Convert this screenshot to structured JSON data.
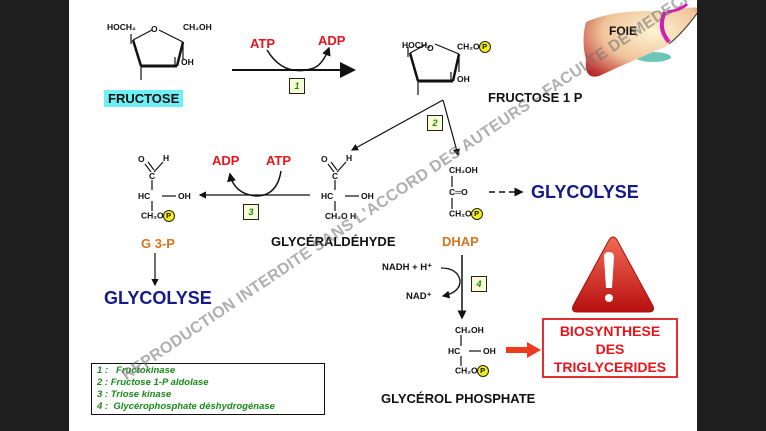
{
  "colors": {
    "background_outer": "#1e1e1e",
    "slide": "#ffffff",
    "cofactor_red": "#e8141b",
    "pathway_blue": "#141a8a",
    "metabolite_orange": "#d4761e",
    "step_green": "#1a8a1a",
    "fructose_highlight": "#6ff0f5",
    "phosphate_yellow": "#f2ee1e"
  },
  "liver": {
    "label": "FOIE"
  },
  "fructose": {
    "name": "FRUCTOSE",
    "groups": {
      "left": "HOCH₂",
      "ring_o": "O",
      "right": "CH₂OH",
      "oh": "OH"
    }
  },
  "fructose_1p": {
    "name": "FRUCTOSE 1 P",
    "groups": {
      "left": "HOCH₂",
      "ring_o": "O",
      "right": "CH₂O",
      "oh": "OH",
      "phosphate": "P"
    }
  },
  "reaction1": {
    "in": "ATP",
    "out": "ADP",
    "step": "1"
  },
  "reaction2": {
    "step": "2"
  },
  "reaction3": {
    "in": "ATP",
    "out": "ADP",
    "step": "3"
  },
  "reaction4": {
    "in": "NADH + H⁺",
    "out": "NAD⁺",
    "step": "4"
  },
  "glyceraldehyde": {
    "name": "GLYCÉRALDÉHYDE",
    "lines": {
      "o": "O",
      "h": "H",
      "c": "C",
      "hc": "HC",
      "oh": "OH",
      "ch2": "CH₂O H"
    }
  },
  "g3p": {
    "name": "G 3-P",
    "lines": {
      "o": "O",
      "h": "H",
      "c": "C",
      "hc": "HC",
      "oh": "OH",
      "ch2": "CH₂O",
      "phosphate": "P"
    }
  },
  "dhap": {
    "name": "DHAP",
    "lines": {
      "top": "CH₂OH",
      "mid": "C═O",
      "bot": "CH₂O",
      "phosphate": "P"
    }
  },
  "glycerol_phosphate": {
    "name": "GLYCÉROL PHOSPHATE",
    "lines": {
      "top": "CH₂OH",
      "hc": "HC",
      "oh": "OH",
      "bot": "CH₂O",
      "phosphate": "P"
    }
  },
  "glycolyse_right": "GLYCOLYSE",
  "glycolyse_left": "GLYCOLYSE",
  "biosynthese": {
    "line1": "BIOSYNTHESE",
    "line2": "DES",
    "line3": "TRIGLYCERIDES"
  },
  "legend": [
    {
      "num": "1 :",
      "enzyme": "Fructokinase"
    },
    {
      "num": "2 :",
      "enzyme": "Fructose 1-P aldolase"
    },
    {
      "num": "3 :",
      "enzyme": "Triose kinase"
    },
    {
      "num": "4 :",
      "enzyme": "Glycérophosphate déshydrogénase"
    }
  ],
  "watermark": "REPRODUCTION INTERDITE SANS L'ACCORD DES AUTEURS – FACULTE DE MEDECIN - UNS"
}
